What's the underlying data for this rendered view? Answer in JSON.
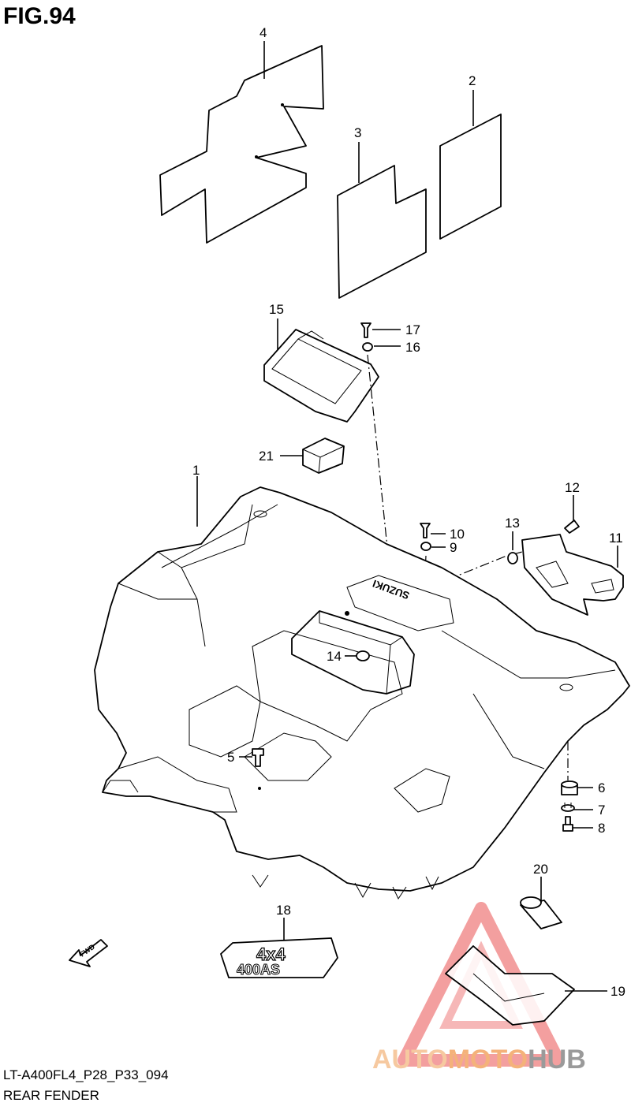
{
  "figure": {
    "title": "FIG.94",
    "code": "LT-A400FL4_P28_P33_094",
    "name": "REAR FENDER"
  },
  "callouts": [
    "1",
    "2",
    "3",
    "4",
    "5",
    "6",
    "7",
    "8",
    "9",
    "10",
    "11",
    "12",
    "13",
    "14",
    "15",
    "16",
    "17",
    "18",
    "19",
    "20",
    "21"
  ],
  "decals": {
    "brand_on_fender": "SUZUKI",
    "emblem_top": "4x4",
    "emblem_bottom": "400AS",
    "direction_arrow": "FWD"
  },
  "watermark": {
    "part1": "AUTO",
    "part2": "MOTO",
    "part3": "HUB",
    "colors": {
      "auto": "#f6c9a0",
      "moto": "#f4b27a",
      "hub": "#9a9a9a",
      "triangle": "#f08080"
    }
  }
}
